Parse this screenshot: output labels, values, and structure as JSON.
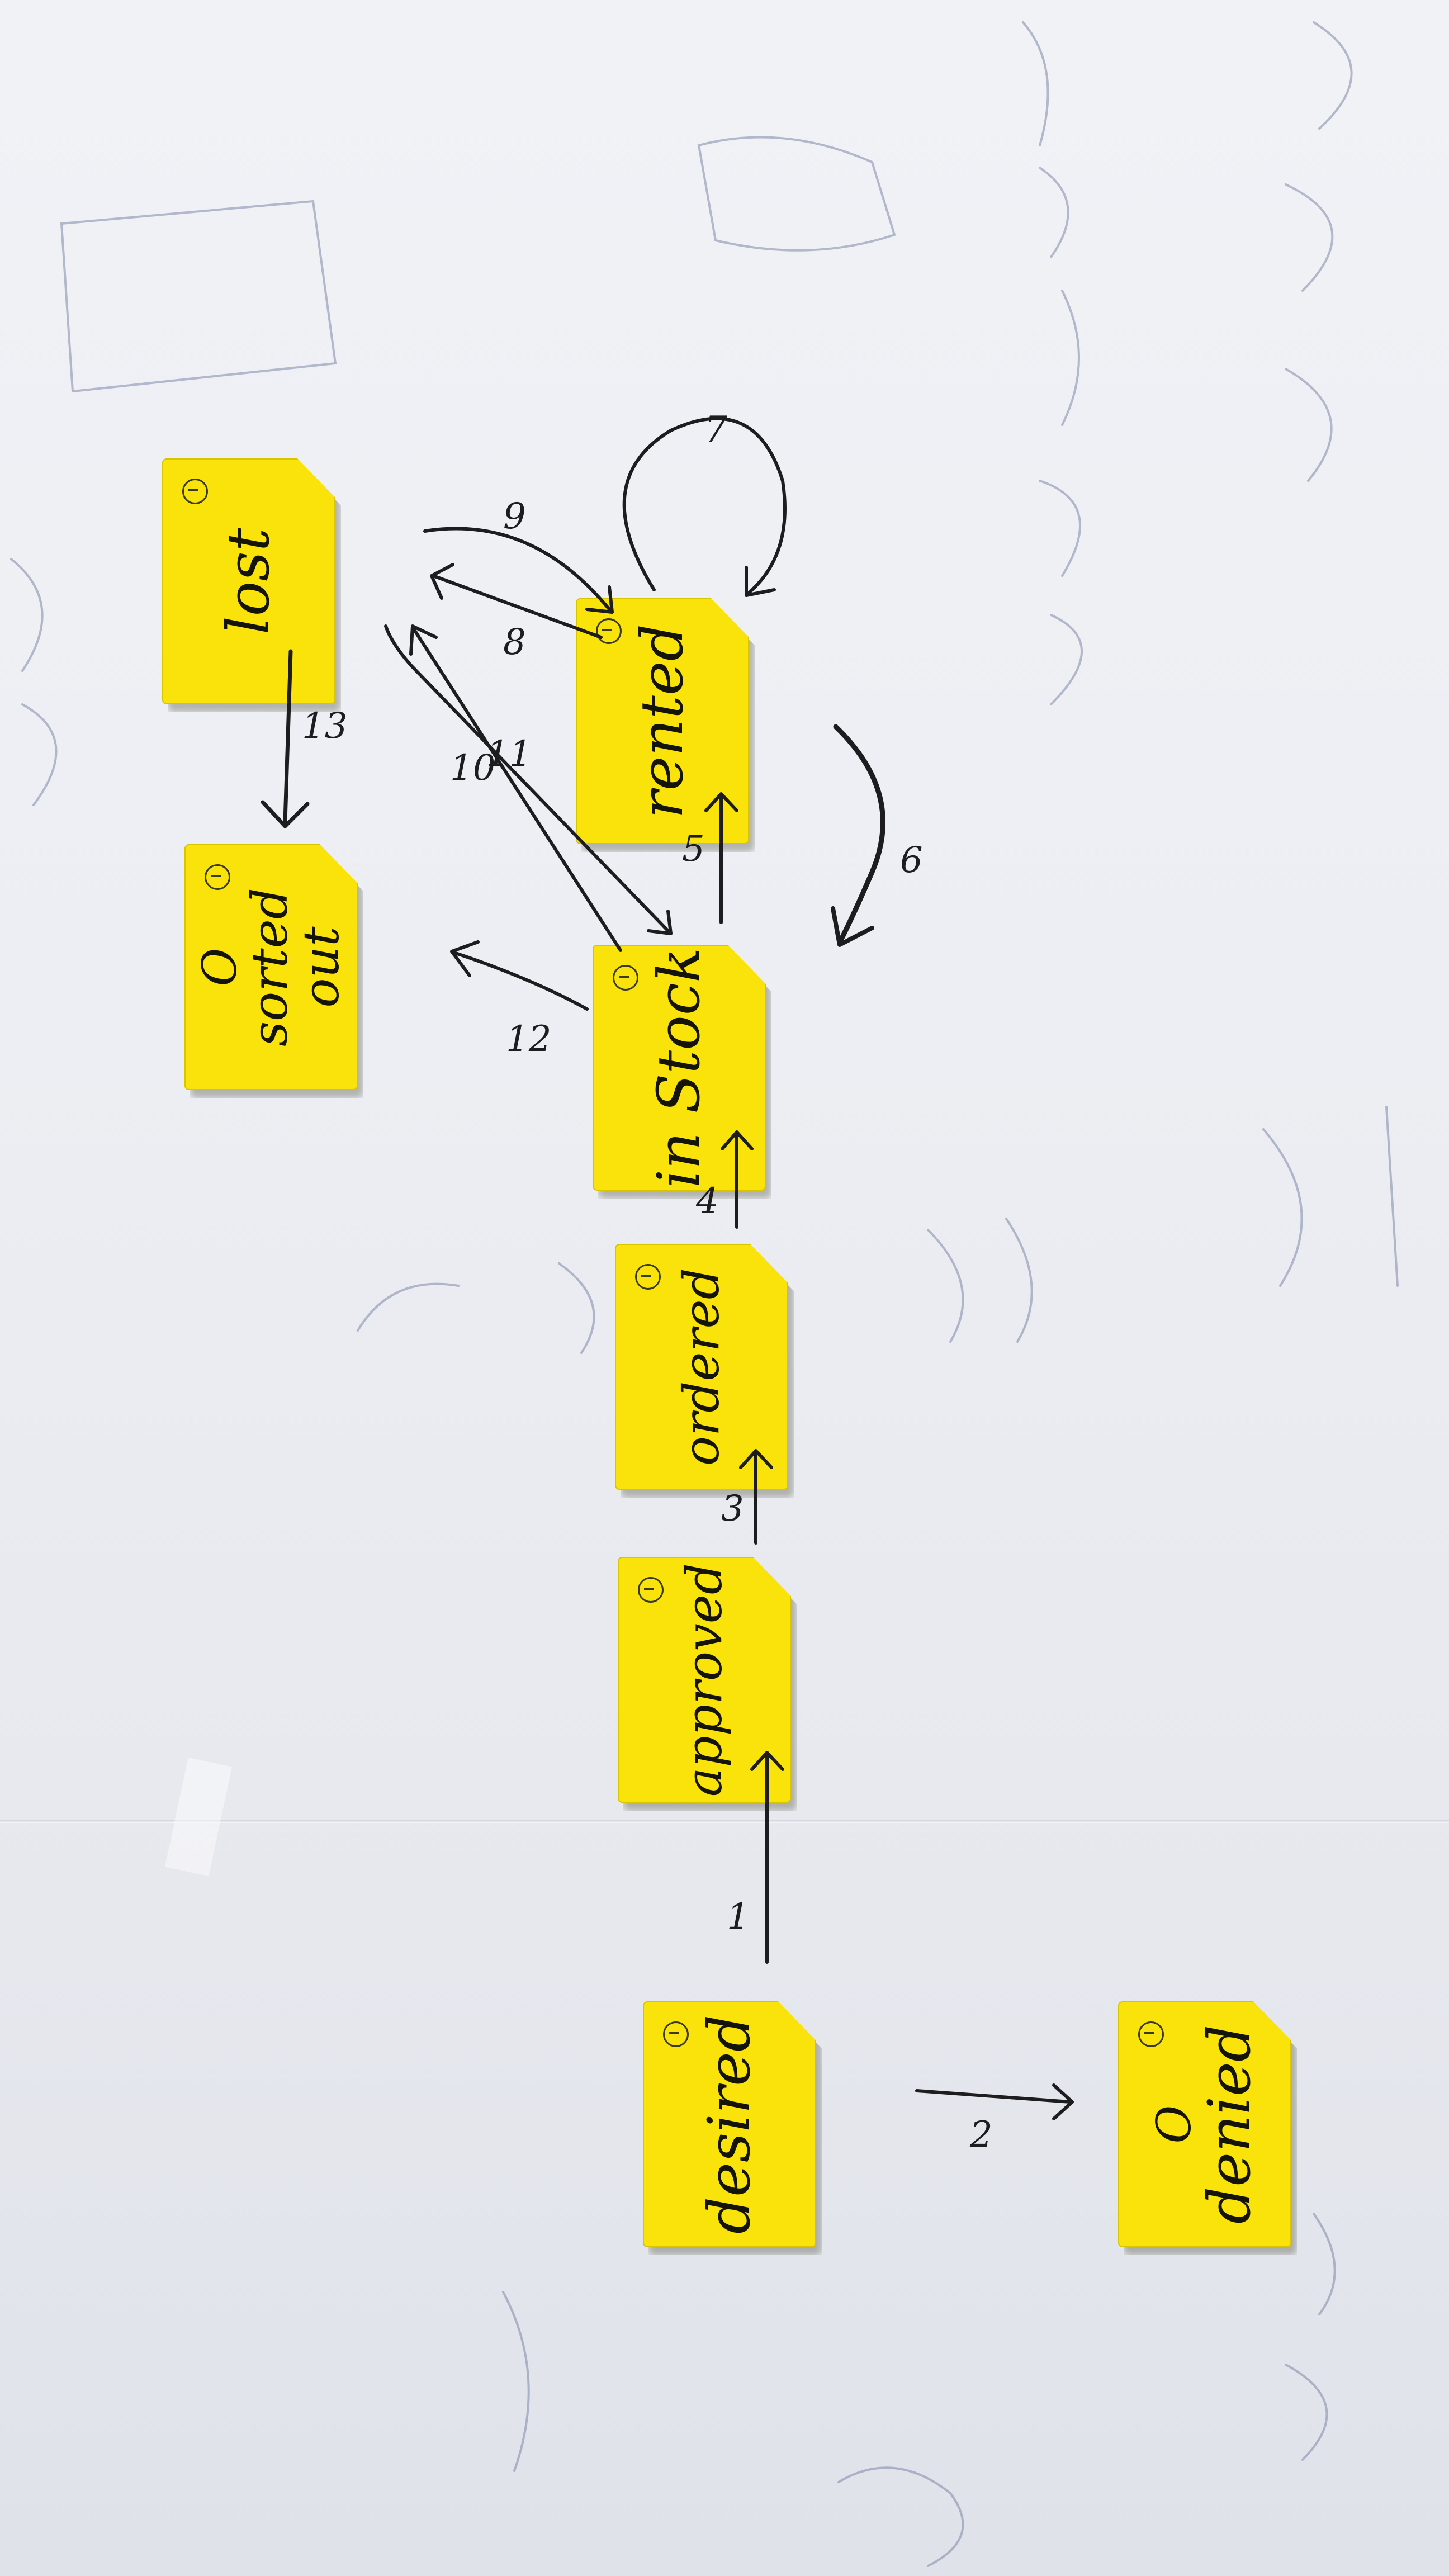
{
  "nodes": [
    {
      "id": "desired",
      "mark": "",
      "label": "desired"
    },
    {
      "id": "denied",
      "mark": "O",
      "label": "denied"
    },
    {
      "id": "approved",
      "mark": "",
      "label": "approved"
    },
    {
      "id": "ordered",
      "mark": "",
      "label": "ordered"
    },
    {
      "id": "in-stock",
      "mark": "",
      "label": "in Stock"
    },
    {
      "id": "rented",
      "mark": "",
      "label": "rented"
    },
    {
      "id": "sorted-out",
      "mark": "O",
      "label": "sorted out"
    },
    {
      "id": "lost",
      "mark": "",
      "label": "lost"
    }
  ],
  "transitions": [
    {
      "label": "1",
      "from": "desired",
      "to": "approved"
    },
    {
      "label": "2",
      "from": "desired",
      "to": "denied"
    },
    {
      "label": "3",
      "from": "approved",
      "to": "ordered"
    },
    {
      "label": "4",
      "from": "ordered",
      "to": "in-stock"
    },
    {
      "label": "5",
      "from": "in-stock",
      "to": "rented"
    },
    {
      "label": "6",
      "from": "rented",
      "to": "in-stock"
    },
    {
      "label": "7",
      "from": "rented",
      "to": "rented"
    },
    {
      "label": "8",
      "from": "rented",
      "to": "lost"
    },
    {
      "label": "9",
      "from": "lost",
      "to": "rented"
    },
    {
      "label": "10",
      "from": "lost",
      "to": "in-stock"
    },
    {
      "label": "11",
      "from": "in-stock",
      "to": "lost"
    },
    {
      "label": "12",
      "from": "in-stock",
      "to": "sorted-out"
    },
    {
      "label": "13",
      "from": "lost",
      "to": "sorted-out"
    }
  ],
  "colors": {
    "note": "#f9e30b",
    "ink": "#1d1d1f",
    "paper": "#eceef3"
  }
}
